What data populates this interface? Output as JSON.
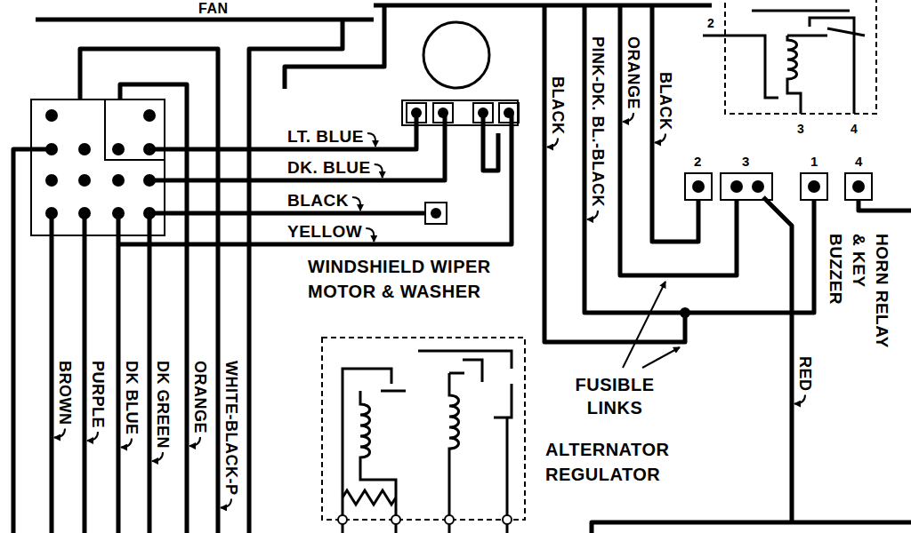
{
  "diagram": {
    "labels": [
      "FAN",
      "2",
      "LT. BLUE",
      "DK. BLUE",
      "BLACK",
      "YELLOW",
      "WINDSHIELD WIPER MOTOR & WASHER",
      "BLACK",
      "PINK-DK. BL.-BLACK",
      "ORANGE",
      "BLACK",
      "3",
      "4",
      "2",
      "3",
      "1",
      "4",
      "HORN RELAY & KEY BUZZER",
      "FUSIBLE LINKS",
      "ALTERNATOR REGULATOR",
      "RED",
      "BROWN",
      "PURPLE",
      "DK BLUE",
      "DK GREEN",
      "ORANGE",
      "WHITE-BLACK-P"
    ]
  }
}
